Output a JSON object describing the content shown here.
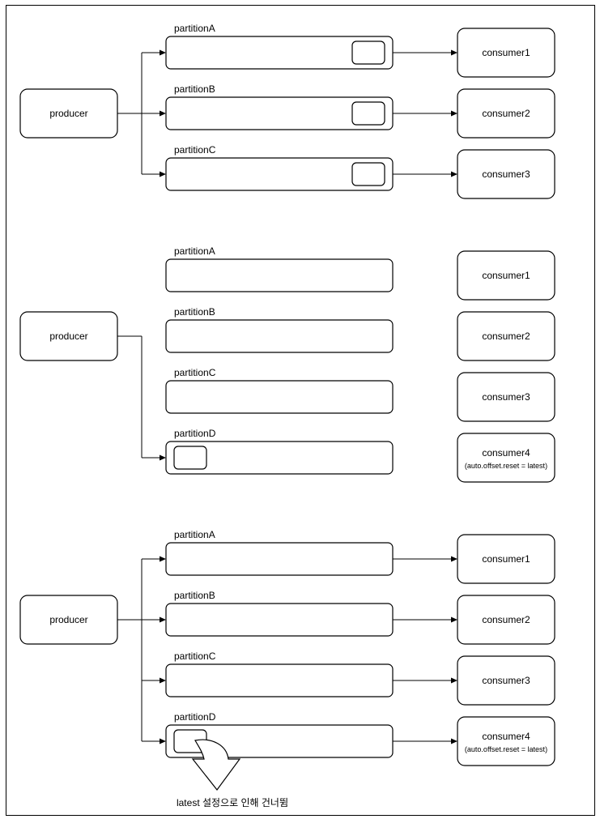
{
  "sections": [
    {
      "producer": "producer",
      "partitions": [
        {
          "name": "partitionA",
          "has_message": true,
          "message_side": "right",
          "consumer": "consumer1",
          "consumer_note": "",
          "producer_edge": true,
          "consumer_edge": true
        },
        {
          "name": "partitionB",
          "has_message": true,
          "message_side": "right",
          "consumer": "consumer2",
          "consumer_note": "",
          "producer_edge": true,
          "consumer_edge": true
        },
        {
          "name": "partitionC",
          "has_message": true,
          "message_side": "right",
          "consumer": "consumer3",
          "consumer_note": "",
          "producer_edge": true,
          "consumer_edge": true
        }
      ]
    },
    {
      "producer": "producer",
      "partitions": [
        {
          "name": "partitionA",
          "has_message": false,
          "message_side": "",
          "consumer": "consumer1",
          "consumer_note": "",
          "producer_edge": false,
          "consumer_edge": false
        },
        {
          "name": "partitionB",
          "has_message": false,
          "message_side": "",
          "consumer": "consumer2",
          "consumer_note": "",
          "producer_edge": false,
          "consumer_edge": false
        },
        {
          "name": "partitionC",
          "has_message": false,
          "message_side": "",
          "consumer": "consumer3",
          "consumer_note": "",
          "producer_edge": false,
          "consumer_edge": false
        },
        {
          "name": "partitionD",
          "has_message": true,
          "message_side": "left",
          "consumer": "consumer4",
          "consumer_note": "(auto.offset.reset = latest)",
          "producer_edge": true,
          "consumer_edge": false
        }
      ]
    },
    {
      "producer": "producer",
      "partitions": [
        {
          "name": "partitionA",
          "has_message": false,
          "message_side": "",
          "consumer": "consumer1",
          "consumer_note": "",
          "producer_edge": true,
          "consumer_edge": true
        },
        {
          "name": "partitionB",
          "has_message": false,
          "message_side": "",
          "consumer": "consumer2",
          "consumer_note": "",
          "producer_edge": true,
          "consumer_edge": true
        },
        {
          "name": "partitionC",
          "has_message": false,
          "message_side": "",
          "consumer": "consumer3",
          "consumer_note": "",
          "producer_edge": true,
          "consumer_edge": true
        },
        {
          "name": "partitionD",
          "has_message": true,
          "message_side": "left",
          "consumer": "consumer4",
          "consumer_note": "(auto.offset.reset = latest)",
          "producer_edge": true,
          "consumer_edge": true
        }
      ],
      "skip_note": "latest 설정으로 인해 건너뜀"
    }
  ]
}
